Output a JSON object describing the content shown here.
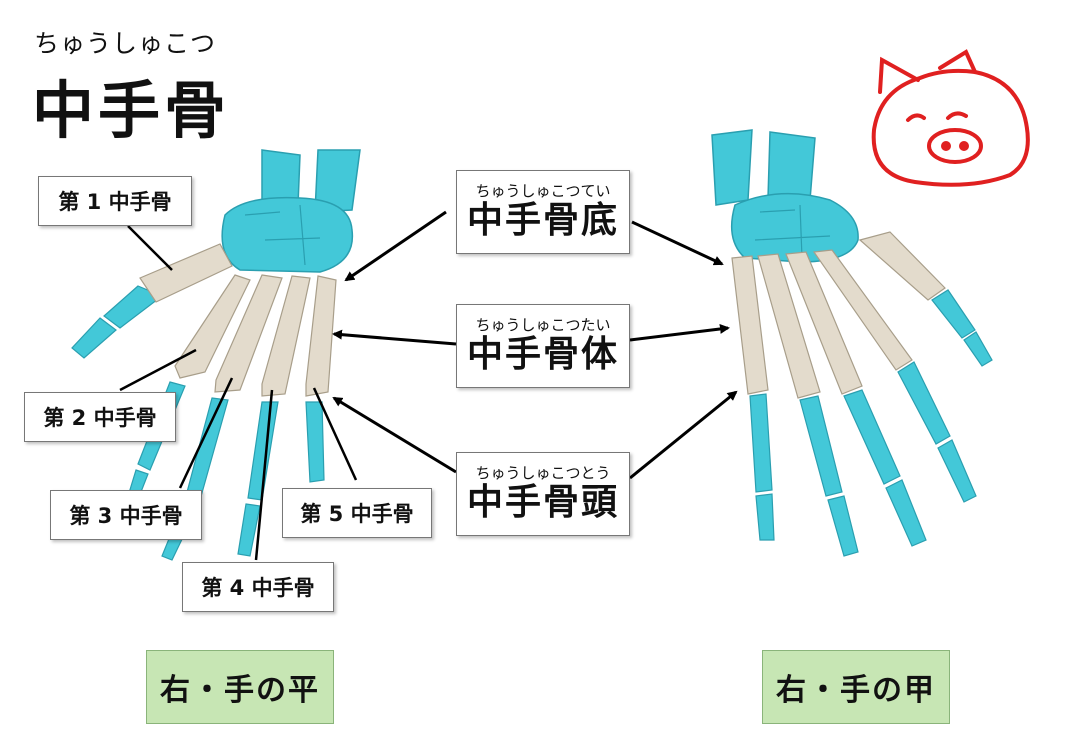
{
  "title": {
    "ruby": "ちゅうしゅこつ",
    "text": "中手骨"
  },
  "metacarpal_labels": [
    "第 1 中手骨",
    "第 2 中手骨",
    "第 3 中手骨",
    "第 4 中手骨",
    "第 5 中手骨"
  ],
  "parts": [
    {
      "ruby": "ちゅうしゅこつてい",
      "name": "中手骨底"
    },
    {
      "ruby": "ちゅうしゅこつたい",
      "name": "中手骨体"
    },
    {
      "ruby": "ちゅうしゅこつとう",
      "name": "中手骨頭"
    }
  ],
  "captions": {
    "palm": "右・手の平",
    "back": "右・手の甲"
  },
  "colors": {
    "bone_highlight": "#e3dbcc",
    "bone_other": "#43c8d8",
    "doodle": "#e02020"
  },
  "icons": {
    "doodle": "pig-face-doodle"
  }
}
